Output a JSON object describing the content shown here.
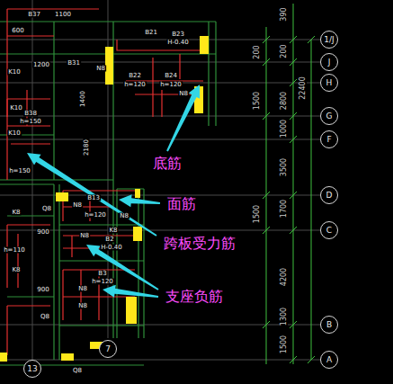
{
  "diagram": {
    "nodes": [
      {
        "text": [
          "1/J"
        ]
      },
      {
        "text": [
          "J"
        ]
      },
      {
        "text": [
          "H"
        ]
      },
      {
        "text": [
          "G"
        ]
      },
      {
        "text": [
          "F"
        ]
      },
      {
        "text": [
          "D"
        ]
      },
      {
        "text": [
          "C"
        ]
      },
      {
        "text": [
          "B"
        ]
      },
      {
        "text": [
          "A"
        ]
      },
      {
        "text": [
          "7"
        ]
      },
      {
        "text": [
          "13"
        ]
      }
    ],
    "labels": [
      "B37",
      "1100",
      "600",
      "B21",
      "B23",
      "H-0.40",
      "B31",
      "1200",
      "K10",
      "N8",
      "B22",
      "h=120",
      "B24",
      "h=120",
      "N8",
      "1400",
      "K10",
      "B38",
      "h=150",
      "K10",
      "2180",
      "h=150",
      "B13",
      "h=120",
      "N8",
      "K8",
      "Q8",
      "N8",
      "K8",
      "B2",
      "H-0.40",
      "N8",
      "900",
      "h=110",
      "B3",
      "h=120",
      "N8",
      "N8",
      "900",
      "Q8",
      "K8",
      "Q8",
      "390",
      "200",
      "200",
      "2800",
      "1500",
      "1000",
      "3500",
      "1700",
      "1500",
      "4200",
      "1300",
      "1500",
      "22400",
      "底筋",
      "面筋",
      "跨板受力筋",
      "支座负筋"
    ]
  }
}
